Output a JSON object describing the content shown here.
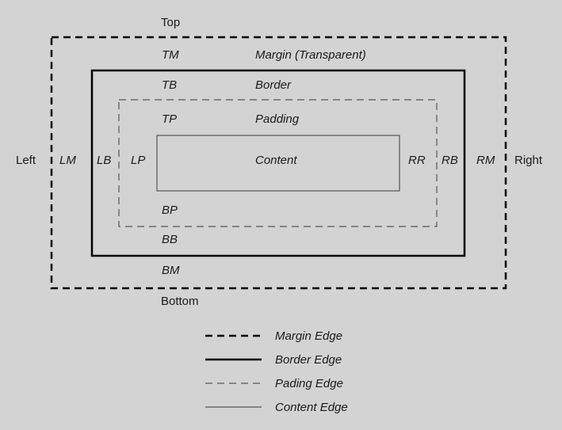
{
  "sides": {
    "top": "Top",
    "bottom": "Bottom",
    "left": "Left",
    "right": "Right"
  },
  "regions": {
    "margin": "Margin (Transparent)",
    "border": "Border",
    "padding": "Padding",
    "content": "Content"
  },
  "abbrev": {
    "tm": "TM",
    "tb": "TB",
    "tp": "TP",
    "bp": "BP",
    "bb": "BB",
    "bm": "BM",
    "lm": "LM",
    "lb": "LB",
    "lp": "LP",
    "rr": "RR",
    "rb": "RB",
    "rm": "RM"
  },
  "legend": [
    {
      "label": "Margin Edge",
      "line": "dashed-thick"
    },
    {
      "label": "Border Edge",
      "line": "solid-thick"
    },
    {
      "label": "Pading Edge",
      "line": "dashed-thin"
    },
    {
      "label": "Content Edge",
      "line": "solid-thin"
    }
  ],
  "colors": {
    "background": "#d3d3d3",
    "stroke_dark": "#000000",
    "stroke_light": "#555555",
    "text": "#1a1a1a"
  }
}
